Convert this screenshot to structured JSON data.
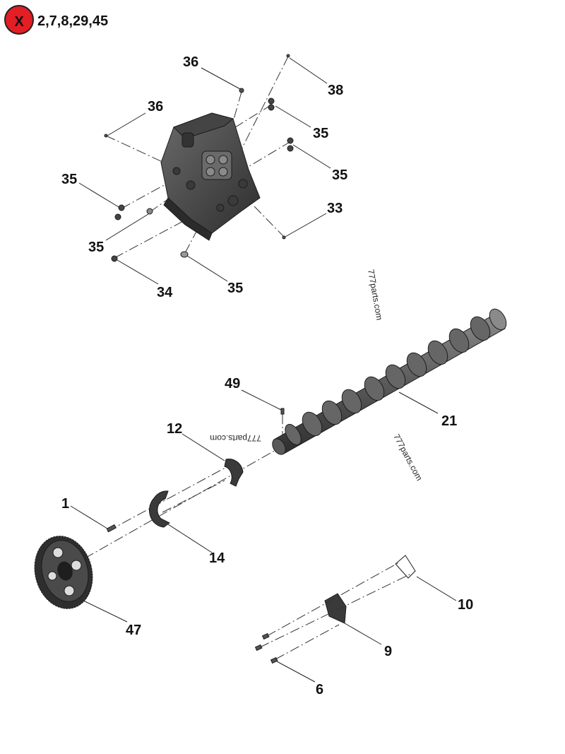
{
  "badge": {
    "symbol": "X",
    "text": "2,7,8,29,45",
    "color": "#e31e24"
  },
  "callouts": [
    "36",
    "38",
    "36",
    "35",
    "35",
    "35",
    "33",
    "35",
    "34",
    "35",
    "49",
    "12",
    "21",
    "1",
    "14",
    "47",
    "10",
    "9",
    "6"
  ],
  "watermarks": [
    "777parts.com",
    "777parts.com",
    "777parts.com"
  ],
  "parts": {
    "cylinder_head": "cylinder-head",
    "camshaft": "camshaft",
    "gear": "camshaft-gear",
    "thrust_washer_12": "thrust-washer",
    "thrust_washer_14": "thrust-washer",
    "cover_plate": "cover-plate",
    "gasket": "gasket"
  },
  "colors": {
    "part_dark": "#3a3a3a",
    "part_mid": "#5a5a5a",
    "part_light": "#7a7a7a"
  }
}
